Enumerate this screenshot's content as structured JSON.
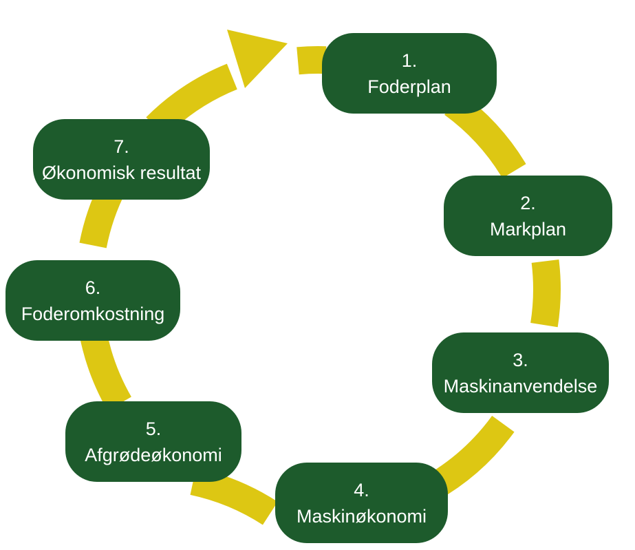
{
  "diagram": {
    "type": "cycle",
    "direction": "clockwise",
    "colors": {
      "box_green": "#1d5b2c",
      "arc_yellow": "#ddc713",
      "text_white": "#ffffff",
      "background": "#ffffff"
    },
    "icons": {
      "arrow": "clockwise-cycle-arrow"
    },
    "steps": [
      {
        "number": "1.",
        "label": "Foderplan"
      },
      {
        "number": "2.",
        "label": "Markplan"
      },
      {
        "number": "3.",
        "label": "Maskinanvendelse"
      },
      {
        "number": "4.",
        "label": "Maskinøkonomi"
      },
      {
        "number": "5.",
        "label": "Afgrødeøkonomi"
      },
      {
        "number": "6.",
        "label": "Foderomkostning"
      },
      {
        "number": "7.",
        "label": "Økonomisk resultat"
      }
    ]
  }
}
